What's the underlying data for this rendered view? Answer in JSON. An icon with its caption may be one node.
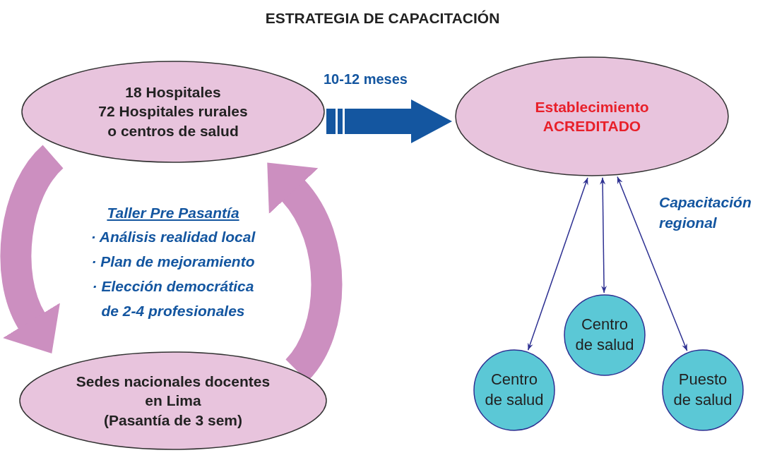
{
  "diagram": {
    "title": "ESTRATEGIA DE CAPACITACIÓN",
    "nodes": [
      {
        "text": [
          "18 Hospitales",
          "72 Hospitales rurales o centros de salud"
        ]
      },
      {
        "text": [
          "Sedes nacionales docentes en Lima",
          "(Pasantía de 3 sem)"
        ]
      },
      {
        "text": [
          "Establecimiento ACREDITADO"
        ]
      },
      {
        "text": [
          "Centro de salud"
        ]
      },
      {
        "text": [
          "Centro de salud"
        ]
      },
      {
        "text": [
          "Puesto de salud"
        ]
      }
    ],
    "edges": [
      {
        "from": 0,
        "to": 2,
        "arrow": "to",
        "label": "10-12 meses",
        "style": "thick",
        "color": "#1456a0"
      },
      {
        "from": 0,
        "to": 1,
        "arrow": "to",
        "style": "thick",
        "color": "#cc8fc0"
      },
      {
        "from": 1,
        "to": 0,
        "arrow": "to",
        "style": "thick",
        "color": "#cc8fc0"
      },
      {
        "from": 2,
        "to": 3,
        "arrow": "both"
      },
      {
        "from": 2,
        "to": 4,
        "arrow": "both"
      },
      {
        "from": 2,
        "to": 5,
        "arrow": "both"
      }
    ],
    "labels": [
      "Taller Pre Pasantía",
      "· Análisis realidad local",
      "· Plan de mejoramiento",
      "· Elección democrática de 2-4 profesionales",
      "Capacitación regional"
    ]
  }
}
